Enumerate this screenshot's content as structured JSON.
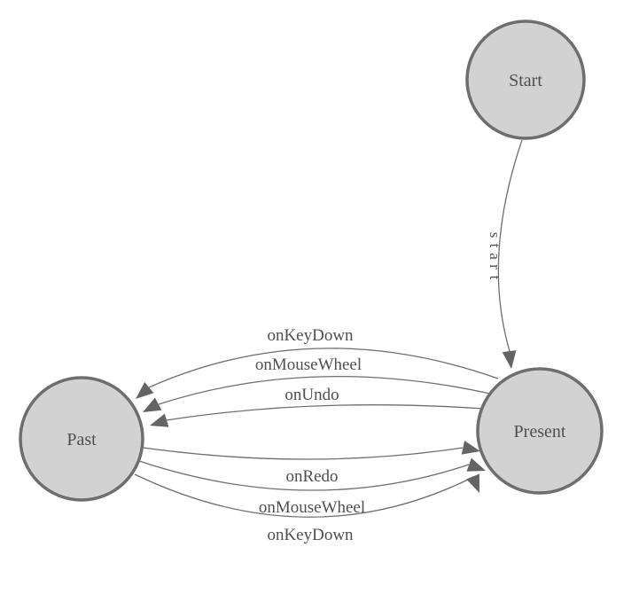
{
  "diagram": {
    "kind": "state-machine",
    "nodes": [
      {
        "id": "start",
        "label": "Start"
      },
      {
        "id": "past",
        "label": "Past"
      },
      {
        "id": "present",
        "label": "Present"
      }
    ],
    "edges": [
      {
        "from": "start",
        "to": "present",
        "label": "start"
      },
      {
        "from": "present",
        "to": "past",
        "label": "onKeyDown"
      },
      {
        "from": "present",
        "to": "past",
        "label": "onMouseWheel"
      },
      {
        "from": "present",
        "to": "past",
        "label": "onUndo"
      },
      {
        "from": "past",
        "to": "present",
        "label": "onRedo"
      },
      {
        "from": "past",
        "to": "present",
        "label": "onMouseWheel"
      },
      {
        "from": "past",
        "to": "present",
        "label": "onKeyDown"
      }
    ],
    "colors": {
      "background": "#ffffff",
      "node_fill": "#d2d2d2",
      "node_border": "#6e6e6e",
      "edge_line": "#6e6e6e",
      "arrowhead": "#646464",
      "text": "#4f4f4f"
    }
  }
}
